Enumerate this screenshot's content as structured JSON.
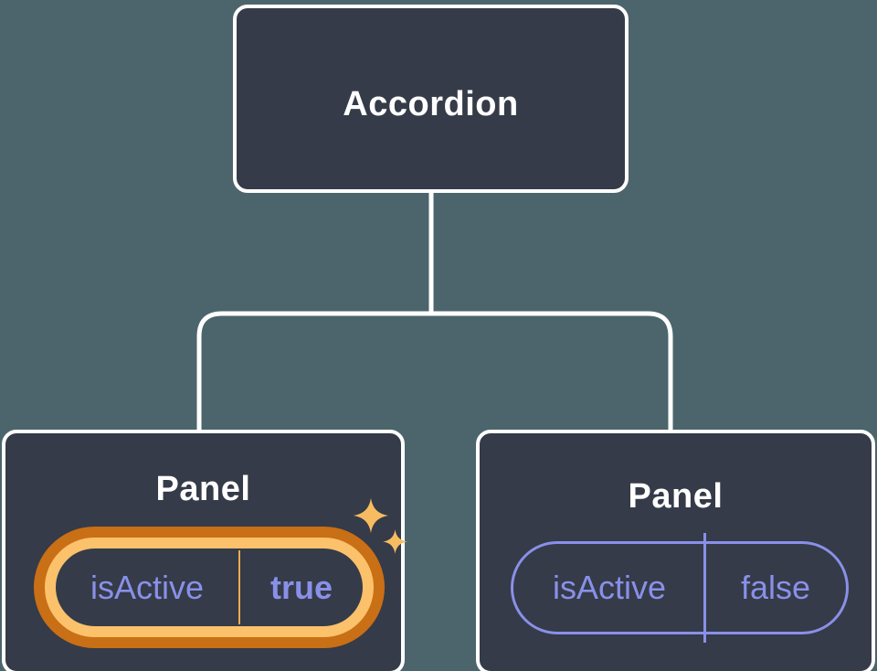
{
  "diagram": {
    "title_hint": "component tree with state",
    "root": {
      "label": "Accordion"
    },
    "panels": [
      {
        "label": "Panel",
        "state_name": "isActive",
        "state_value": "true",
        "highlighted": true
      },
      {
        "label": "Panel",
        "state_name": "isActive",
        "state_value": "false",
        "highlighted": false
      }
    ]
  },
  "icons": {
    "sparkle_large": "sparkle-icon",
    "sparkle_small": "sparkle-icon"
  },
  "colors": {
    "background": "#4C656C",
    "node_fill": "#353B48",
    "node_border": "#FFFFFF",
    "connector": "#FFFFFF",
    "title_text": "#FFFFFF",
    "state_text": "#8990E9",
    "plain_pill_border": "#8990E9",
    "highlight_ring_outer": "#C96F15",
    "highlight_ring_inner": "#FBC16B",
    "highlight_divider": "#EBAB52",
    "sparkle": "#F7BC62"
  }
}
